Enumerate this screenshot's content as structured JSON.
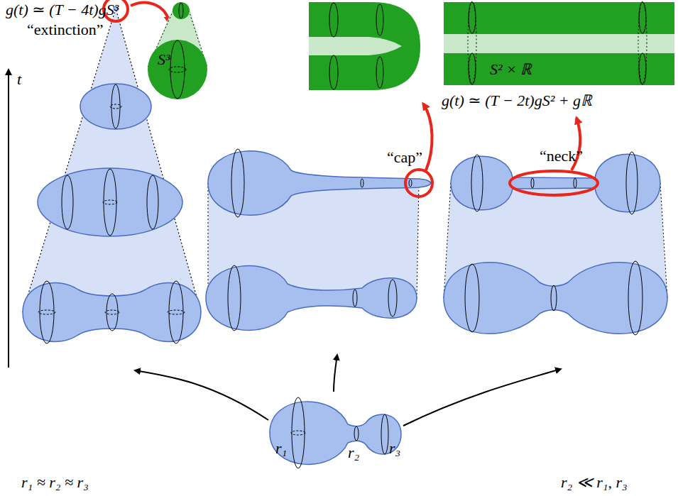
{
  "diagram": {
    "labels": [
      "g(t) ≃ (T − 4t)gS³",
      "“extinction”",
      "t",
      "S³",
      "“cap”",
      "“neck”",
      "S² × ℝ",
      "g(t) ≃ (T − 2t)gS² + gℝ",
      "r₁",
      "r₂",
      "r₃",
      "r₁ ≈ r₂ ≈ r₃",
      "r₂ ≪ r₁, r₃"
    ]
  }
}
